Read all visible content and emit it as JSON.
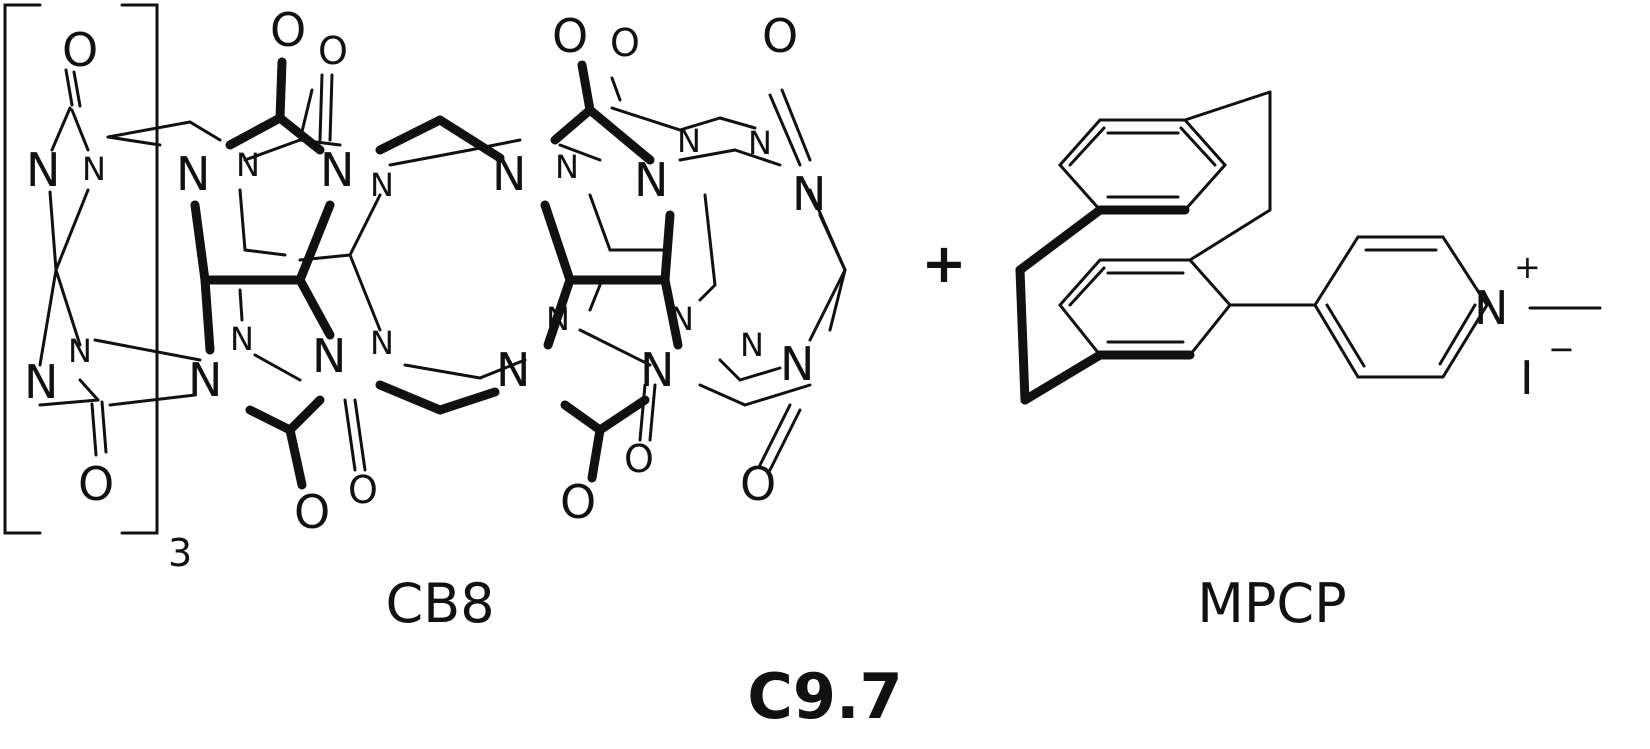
{
  "atoms": {
    "nitrogen": "N",
    "oxygen": "O",
    "iodine": "I"
  },
  "charges": {
    "plus": "+",
    "minus": "−"
  },
  "repeat_subscript": "3",
  "reaction_operator": "+",
  "labels": {
    "host": "CB8",
    "guest": "MPCP",
    "figure": "C9.7"
  }
}
